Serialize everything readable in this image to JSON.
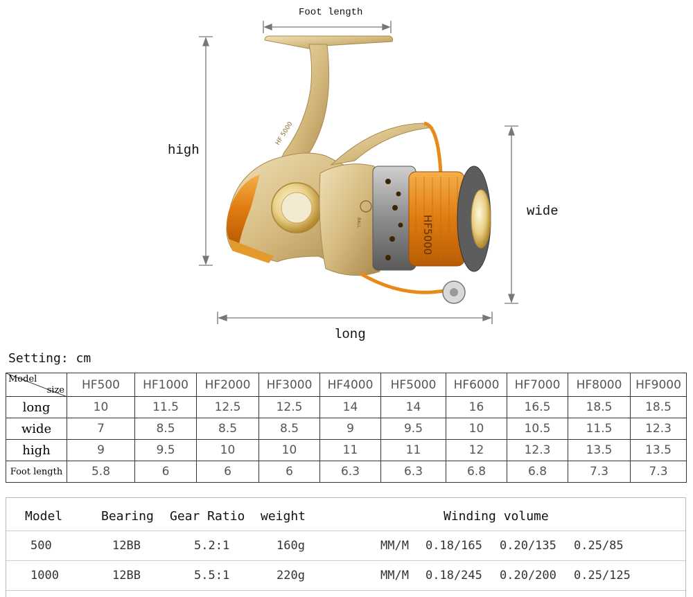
{
  "figure": {
    "labels": {
      "foot_length": "Foot length",
      "high": "high",
      "wide": "wide",
      "long": "long"
    },
    "reel_text": {
      "spool_model": "HF5000",
      "body_model": "HF 5000",
      "badge": "BALL"
    },
    "colors": {
      "gold": "#d9bf86",
      "orange": "#e88a1a",
      "dark_gold": "#b8924a"
    }
  },
  "setting": "Setting: cm",
  "size_table": {
    "corner_top": "Model",
    "corner_bottom": "size",
    "models": [
      "HF500",
      "HF1000",
      "HF2000",
      "HF3000",
      "HF4000",
      "HF5000",
      "HF6000",
      "HF7000",
      "HF8000",
      "HF9000"
    ],
    "rows": [
      {
        "label": "long",
        "values": [
          "10",
          "11.5",
          "12.5",
          "12.5",
          "14",
          "14",
          "16",
          "16.5",
          "18.5",
          "18.5"
        ]
      },
      {
        "label": "wide",
        "values": [
          "7",
          "8.5",
          "8.5",
          "8.5",
          "9",
          "9.5",
          "10",
          "10.5",
          "11.5",
          "12.3"
        ]
      },
      {
        "label": "high",
        "values": [
          "9",
          "9.5",
          "10",
          "10",
          "11",
          "11",
          "12",
          "12.3",
          "13.5",
          "13.5"
        ]
      },
      {
        "label": "Foot length",
        "values": [
          "5.8",
          "6",
          "6",
          "6",
          "6.3",
          "6.3",
          "6.8",
          "6.8",
          "7.3",
          "7.3"
        ]
      }
    ]
  },
  "spec_table": {
    "headers": {
      "model": "Model",
      "bearing": "Bearing",
      "gear_ratio": "Gear Ratio",
      "weight": "weight",
      "winding": "Winding volume"
    },
    "rows": [
      {
        "model": "500",
        "bearing": "12BB",
        "gear_ratio": "5.2:1",
        "weight": "160g",
        "unit": "MM/M",
        "w1": "0.18/165",
        "w2": "0.20/135",
        "w3": "0.25/85"
      },
      {
        "model": "1000",
        "bearing": "12BB",
        "gear_ratio": "5.5:1",
        "weight": "220g",
        "unit": "MM/M",
        "w1": "0.18/245",
        "w2": "0.20/200",
        "w3": "0.25/125"
      }
    ]
  }
}
